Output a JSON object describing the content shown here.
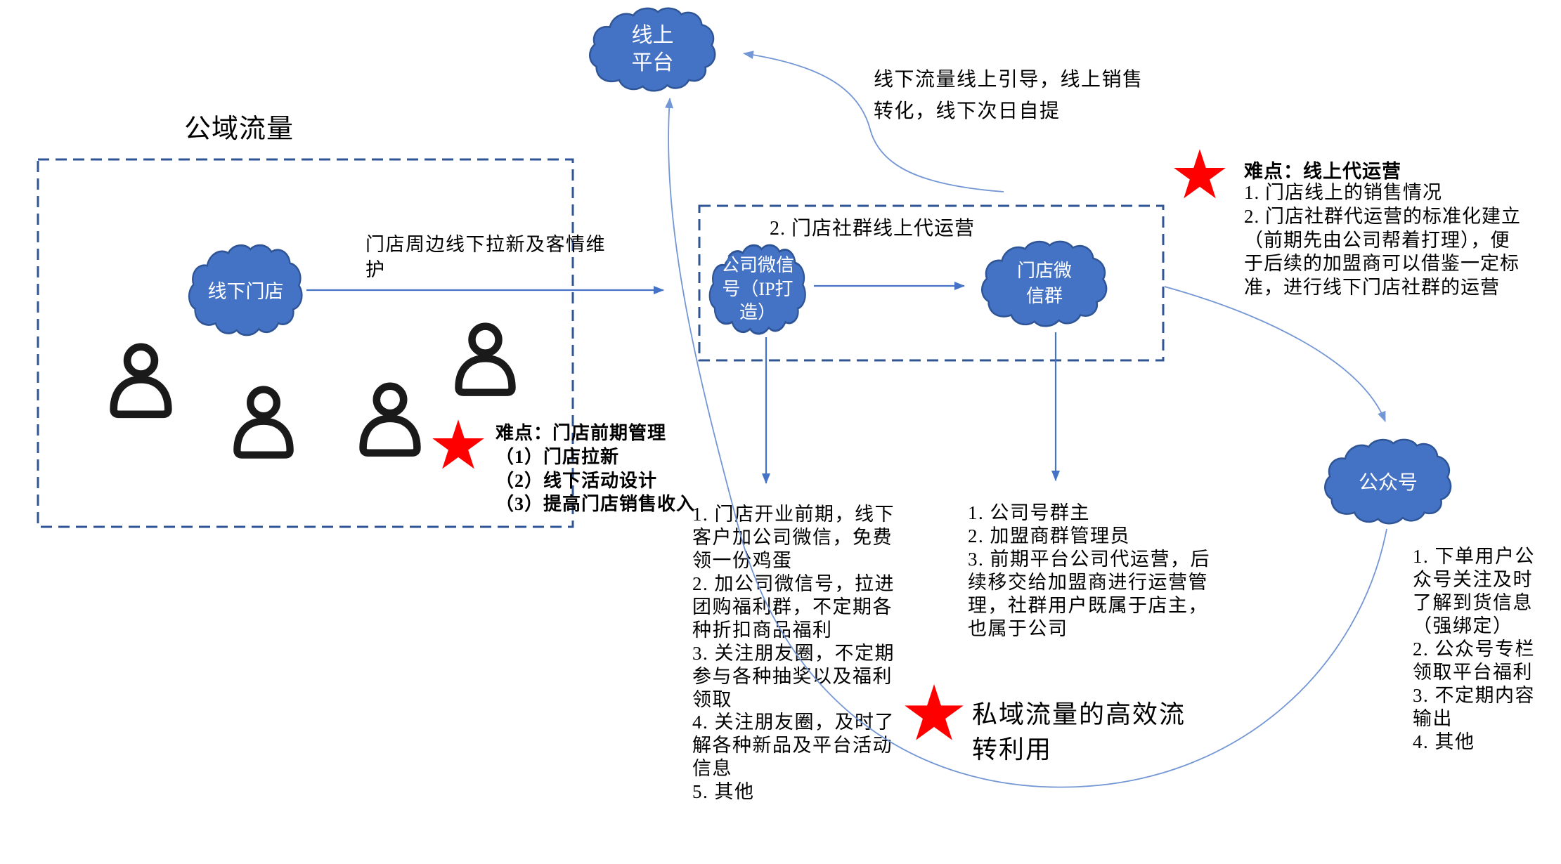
{
  "diagram": {
    "title_public_traffic": "公域流量",
    "box2_title": "2. 门店社群线上代运营",
    "colors": {
      "cloud_fill": "#4472C4",
      "cloud_stroke": "#2F5597",
      "dash_border": "#2F5597",
      "arrow": "#4472C4",
      "curve": "#7396D5",
      "star": "#FF0000",
      "text": "#000000"
    },
    "nodes": {
      "online_platform": "线上\n平台",
      "offline_store": "线下门店",
      "company_wechat": "公司微信\n号（IP打\n造）",
      "store_wechat_group": "门店微\n信群",
      "official_account": "公众号"
    },
    "edge_labels": {
      "store_to_wechat": "门店周边线下拉新及客情维\n护",
      "to_online_platform": "线下流量线上引导，线上销售\n转化，线下次日自提"
    },
    "challenges": {
      "store_early": "难点：门店前期管理\n（1）门店拉新\n（2）线下活动设计\n（3）提高门店销售收入",
      "online_ops_heading": "难点：线上代运营",
      "online_ops_body": "1. 门店线上的销售情况\n2. 门店社群代运营的标准化建立\n（前期先由公司帮着打理），便\n于后续的加盟商可以借鉴一定标\n准，进行线下门店社群的运营"
    },
    "notes": {
      "company_wechat_list": "1. 门店开业前期，线下\n客户加公司微信，免费\n领一份鸡蛋\n2. 加公司微信号，拉进\n团购福利群，不定期各\n种折扣商品福利\n3. 关注朋友圈，不定期\n参与各种抽奖以及福利\n领取\n4. 关注朋友圈，及时了\n解各种新品及平台活动\n信息\n5. 其他",
      "group_owner_list": "1. 公司号群主\n2. 加盟商群管理员\n3. 前期平台公司代运营，后\n续移交给加盟商进行运营管\n理，社群用户既属于店主，\n也属于公司",
      "official_account_list": "1. 下单用户公\n众号关注及时\n了解到货信息\n（强绑定）\n2. 公众号专栏\n领取平台福利\n3. 不定期内容\n输出\n4. 其他",
      "private_traffic": "私域流量的高效流\n转利用"
    }
  }
}
